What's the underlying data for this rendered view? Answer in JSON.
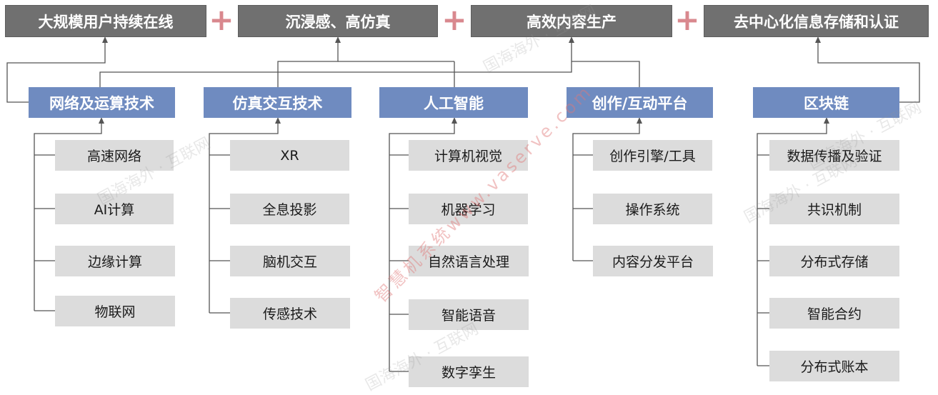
{
  "goals": [
    "大规模用户持续在线",
    "沉浸感、高仿真",
    "高效内容生产",
    "去中心化信息存储和认证"
  ],
  "plus_sign": "+",
  "categories": [
    {
      "title": "网络及运算技术",
      "items": [
        "高速网络",
        "AI计算",
        "边缘计算",
        "物联网"
      ]
    },
    {
      "title": "仿真交互技术",
      "items": [
        "XR",
        "全息投影",
        "脑机交互",
        "传感技术"
      ]
    },
    {
      "title": "人工智能",
      "items": [
        "计算机视觉",
        "机器学习",
        "自然语言处理",
        "智能语音",
        "数字孪生"
      ]
    },
    {
      "title": "创作/互动平台",
      "items": [
        "创作引擎/工具",
        "操作系统",
        "内容分发平台"
      ]
    },
    {
      "title": "区块链",
      "items": [
        "数据传播及验证",
        "共识机制",
        "分布式存储",
        "智能合约",
        "分布式账本"
      ]
    }
  ],
  "watermarks": {
    "gray": [
      "国海海外 · 互联网",
      "国海海外 · 互联网",
      "国海海外 · 互联网",
      "国海海外 · 互联网",
      "国海海外 · 互联网"
    ],
    "red": "智慧机系统www.vaserve.com"
  },
  "colors": {
    "goal_bg": "#707070",
    "category_bg": "#6f8bc0",
    "leaf_bg": "#dcdcdc",
    "plus": "#d9888e",
    "line": "#555555"
  }
}
